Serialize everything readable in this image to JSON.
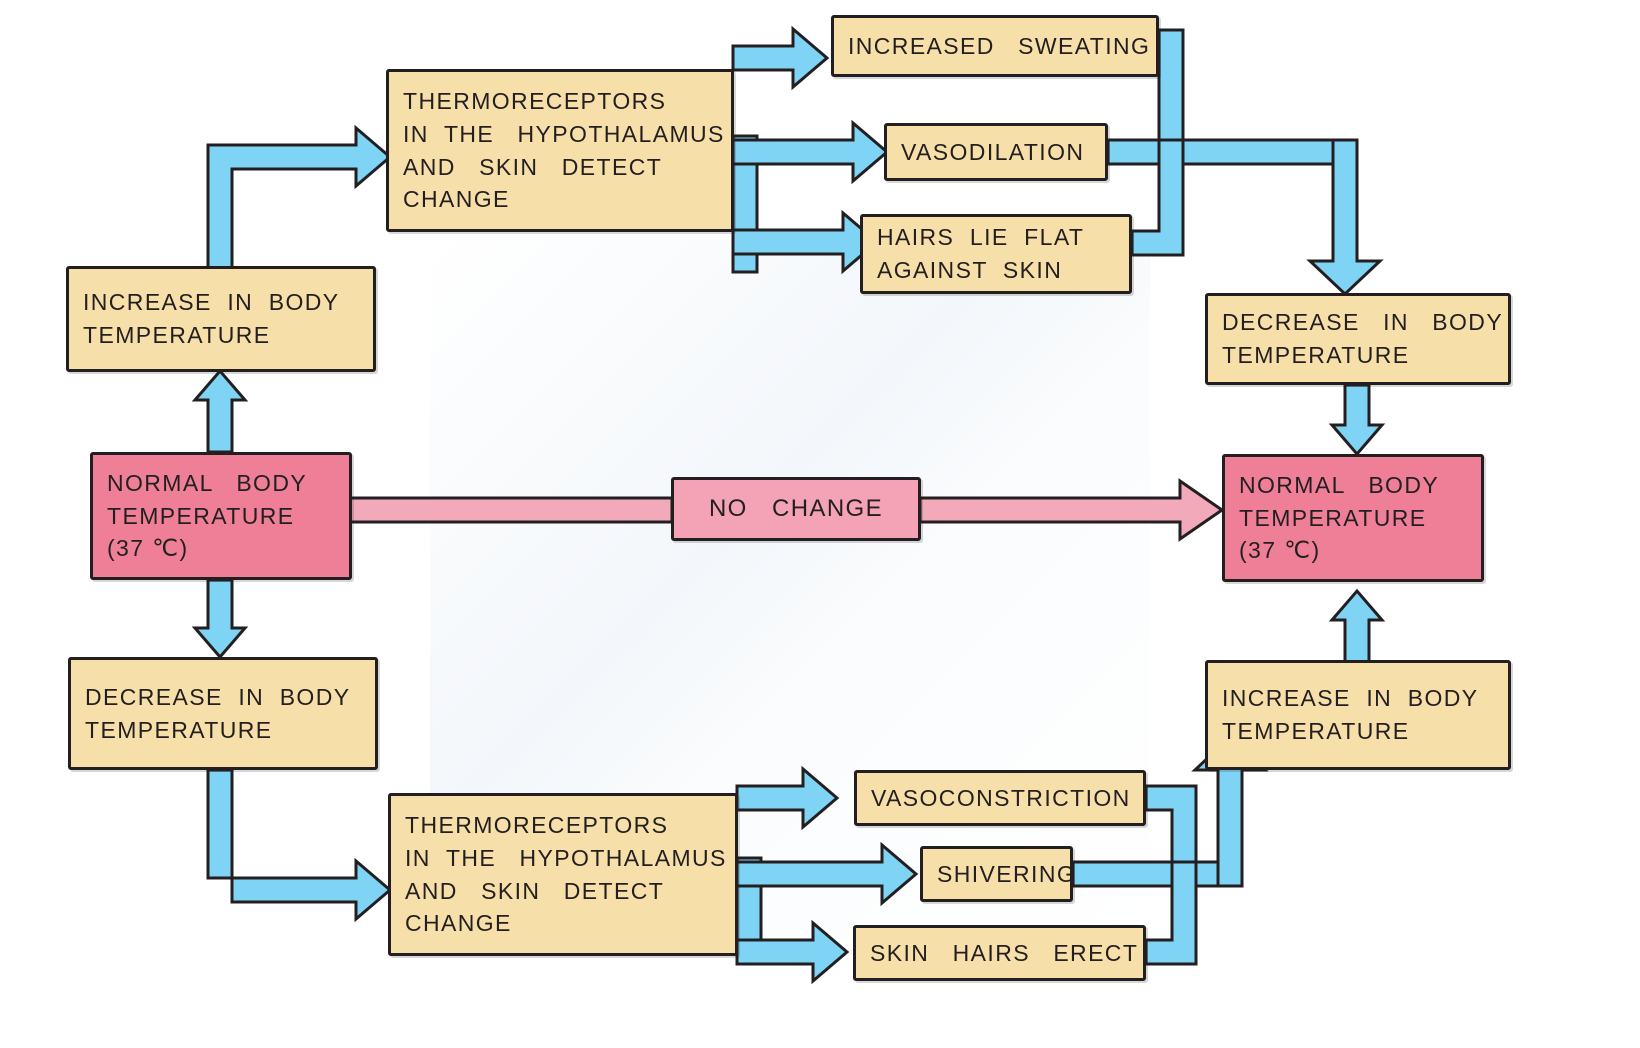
{
  "diagram": {
    "title": "Thermoregulation negative feedback flowchart",
    "colors": {
      "box_cream": "#f7dfa9",
      "box_pink": "#ef7f97",
      "box_light_pink": "#f4a3b6",
      "arrow_blue": "#7fd4f5",
      "arrow_pink": "#f2aabb",
      "outline": "#231f20",
      "background": "#ffffff"
    },
    "nodes": {
      "normal_temp_left": {
        "lines": [
          "NORMAL   BODY",
          "TEMPERATURE",
          "(37 ℃)"
        ],
        "type": "pink"
      },
      "normal_temp_right": {
        "lines": [
          "NORMAL   BODY",
          "TEMPERATURE",
          "(37 ℃)"
        ],
        "type": "pink"
      },
      "no_change": {
        "lines": [
          "NO   CHANGE"
        ],
        "type": "light-pink"
      },
      "increase_left": {
        "lines": [
          "INCREASE  IN  BODY",
          "TEMPERATURE"
        ],
        "type": "cream"
      },
      "decrease_left": {
        "lines": [
          "DECREASE  IN  BODY",
          "TEMPERATURE"
        ],
        "type": "cream"
      },
      "decrease_right": {
        "lines": [
          "DECREASE   IN   BODY",
          "TEMPERATURE"
        ],
        "type": "cream"
      },
      "increase_right": {
        "lines": [
          "INCREASE  IN  BODY",
          "TEMPERATURE"
        ],
        "type": "cream"
      },
      "thermoreceptors_top": {
        "lines": [
          "THERMORECEPTORS",
          "IN  THE   HYPOTHALAMUS",
          "AND   SKIN   DETECT",
          "CHANGE"
        ],
        "type": "cream"
      },
      "thermoreceptors_bottom": {
        "lines": [
          "THERMORECEPTORS",
          "IN  THE   HYPOTHALAMUS",
          "AND   SKIN   DETECT",
          "CHANGE"
        ],
        "type": "cream"
      },
      "increased_sweating": {
        "lines": [
          "INCREASED   SWEATING"
        ],
        "type": "cream"
      },
      "vasodilation": {
        "lines": [
          "VASODILATION"
        ],
        "type": "cream"
      },
      "hairs_lie_flat": {
        "lines": [
          "HAIRS  LIE  FLAT",
          "AGAINST  SKIN"
        ],
        "type": "cream"
      },
      "vasoconstriction": {
        "lines": [
          "VASOCONSTRICTION"
        ],
        "type": "cream"
      },
      "shivering": {
        "lines": [
          "SHIVERING"
        ],
        "type": "cream"
      },
      "skin_hairs_erect": {
        "lines": [
          "SKIN   HAIRS   ERECT"
        ],
        "type": "cream"
      }
    }
  }
}
